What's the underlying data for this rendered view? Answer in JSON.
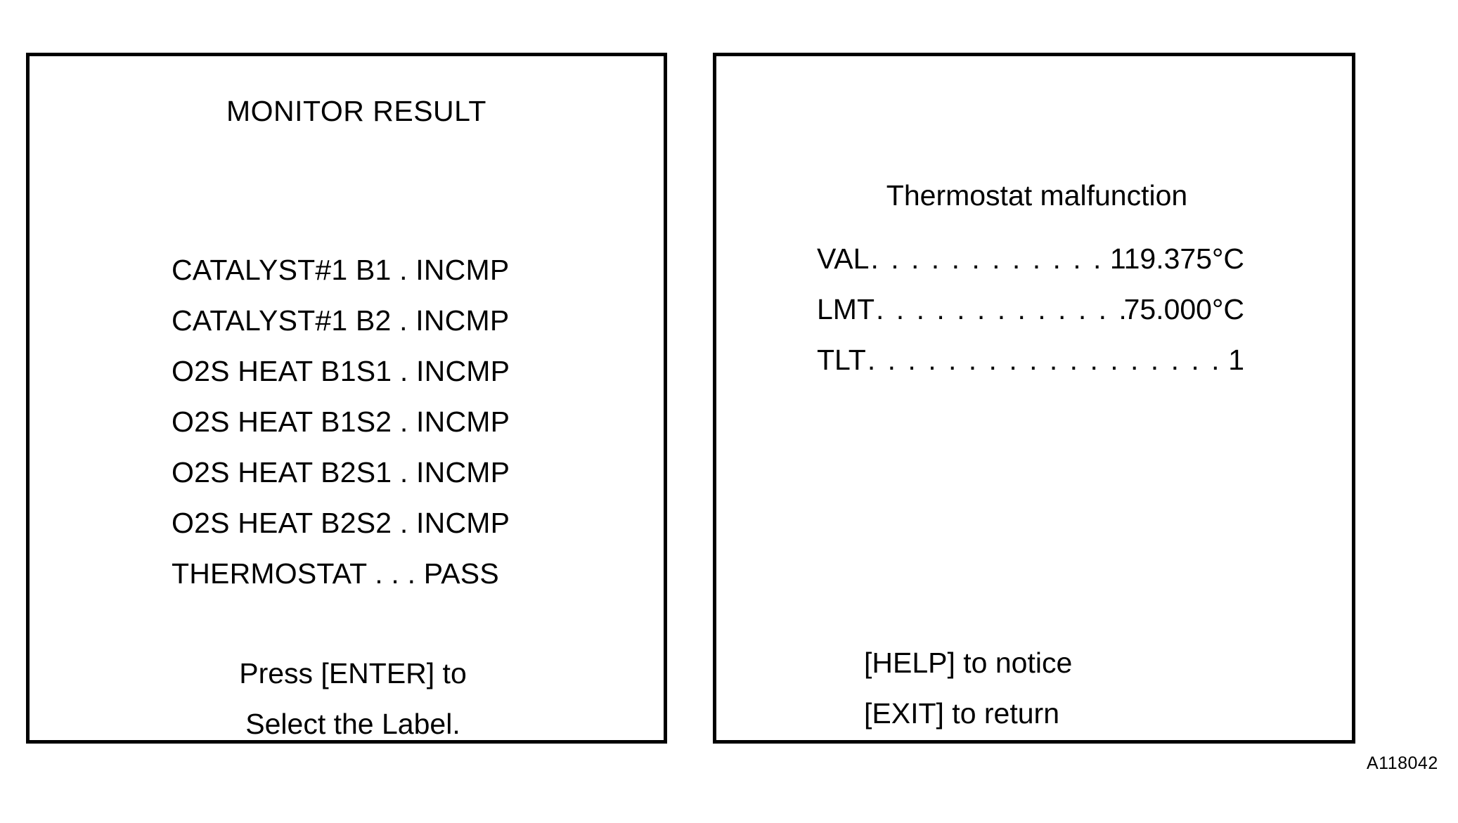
{
  "figure": {
    "reference_code": "A118042"
  },
  "left_panel": {
    "title": "MONITOR RESULT",
    "monitor_rows": [
      "CATALYST#1 B1 . INCMP",
      "CATALYST#1 B2 . INCMP",
      "O2S HEAT B1S1 . INCMP",
      "O2S HEAT B1S2 . INCMP",
      "O2S HEAT B2S1 . INCMP",
      "O2S HEAT B2S2 . INCMP",
      "THERMOSTAT . . . PASS"
    ],
    "hint_lines": [
      "Press [ENTER] to",
      "Select the Label."
    ]
  },
  "right_panel": {
    "title": "Thermostat malfunction",
    "readouts": [
      {
        "key": "VAL",
        "dots": ". . . . . . . . . . . . .",
        "value": "119.375°C"
      },
      {
        "key": "LMT",
        "dots": ". . . . . . . . . . . . . .",
        "value": "75.000°C"
      },
      {
        "key": "TLT",
        "dots": ". . . . . . . . . . . . . . . . . . . .",
        "value": "1"
      }
    ],
    "key_lines": [
      "[HELP] to notice",
      "[EXIT] to return"
    ]
  },
  "colors": {
    "ink": "#000000",
    "background": "#ffffff"
  }
}
